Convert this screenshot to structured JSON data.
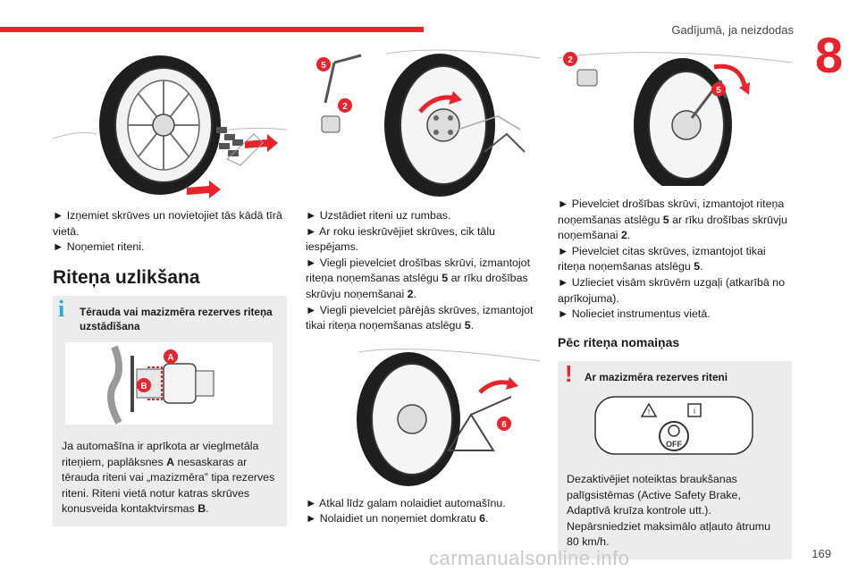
{
  "header": {
    "section_title": "Gadījumā, ja neizdodas",
    "chapter_number": "8",
    "accent_color": "#e8232a"
  },
  "col1": {
    "steps": "► Izņemiet skrūves un novietojiet tās kādā tīrā vietā.\n► Noņemiet riteni.",
    "heading": "Riteņa uzlikšana",
    "infobox": {
      "icon": "info-icon",
      "title": "Tērauda vai mazizmēra rezerves riteņa uzstādīšana",
      "label_a": "A",
      "label_b": "B",
      "text_1": "Ja automašīna ir aprīkota ar vieglmetāla riteņiem, paplāksnes ",
      "bold_a": "A",
      "text_2": " nesaskaras ar tērauda riteni vai „mazizmēra” tipa rezerves riteni. Riteni vietā notur katras skrūves konusveida kontaktvirsmas ",
      "bold_b": "B",
      "text_3": "."
    }
  },
  "col2": {
    "badge_5": "5",
    "badge_2": "2",
    "badge_6": "6",
    "step1": "► Uzstādiet riteni uz rumbas.",
    "step2": "► Ar roku ieskrūvējiet skrūves, cik tālu iespējams.",
    "step3a": "► Viegli pievelciet drošības skrūvi, izmantojot riteņa noņemšanas atslēgu ",
    "step3_b1": "5",
    "step3b": " ar rīku drošības skrūvju noņemšanai ",
    "step3_b2": "2",
    "step3c": ".",
    "step4a": "► Viegli pievelciet pārējās skrūves, izmantojot tikai riteņa noņemšanas atslēgu ",
    "step4_b": "5",
    "step4b": ".",
    "step5": "► Atkal līdz galam nolaidiet automašīnu.",
    "step6a": "► Nolaidiet un noņemiet domkratu ",
    "step6_b": "6",
    "step6b": "."
  },
  "col3": {
    "badge_2": "2",
    "badge_5": "5",
    "step1a": "► Pievelciet drošības skrūvi, izmantojot riteņa noņemšanas atslēgu ",
    "step1_b1": "5",
    "step1b": " ar rīku drošības skrūvju noņemšanai ",
    "step1_b2": "2",
    "step1c": ".",
    "step2a": "► Pievelciet citas skrūves, izmantojot tikai riteņa noņemšanas atslēgu ",
    "step2_b": "5",
    "step2b": ".",
    "step3": "► Uzlieciet visām skrūvēm uzgaļi (atkarībā no aprīkojuma).",
    "step4": "► Nolieciet instrumentus vietā.",
    "heading": "Pēc riteņa nomaiņas",
    "warnbox": {
      "icon": "warning-icon",
      "title": "Ar mazizmēra rezerves riteni",
      "off_label": "OFF",
      "text": "Dezaktivējiet noteiktas braukšanas palīgsistēmas (Active Safety Brake, Adaptīvā kruīza kontrole utt.).\nNepārsniedziet maksimālo atļauto ātrumu 80 km/h."
    }
  },
  "footer": {
    "page_number": "169",
    "watermark": "carmanualsonline.info"
  }
}
